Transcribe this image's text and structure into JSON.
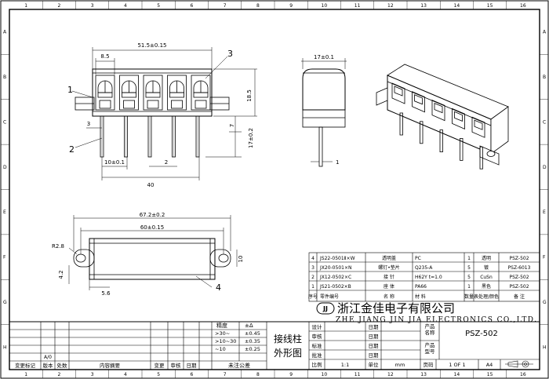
{
  "grid": {
    "cols": [
      "1",
      "2",
      "3",
      "4",
      "5",
      "6",
      "7",
      "8",
      "9",
      "10",
      "11",
      "12",
      "13",
      "14",
      "15",
      "16"
    ],
    "rows": [
      "A",
      "B",
      "C",
      "D",
      "E",
      "F",
      "G",
      "H"
    ]
  },
  "front_view": {
    "dim_total_width": "51.5±0.15",
    "dim_pitch_top": "8.5",
    "dim_height": "18.5",
    "dim_7": "7",
    "dim_pin": "17±0.2",
    "dim_3": "3",
    "dim_10": "10±0.1",
    "dim_2": "2",
    "dim_40": "40",
    "callout_1": "1",
    "callout_2": "2",
    "callout_3": "3"
  },
  "side_view": {
    "dim_width": "17±0.1",
    "dim_1": "1"
  },
  "top_view": {
    "dim_overall": "67.2±0.2",
    "dim_hole": "60±0.15",
    "dim_r": "R2.8",
    "dim_10": "10",
    "dim_4_2": "4.2",
    "dim_5_6": "5.6",
    "callout_4": "4"
  },
  "bom": {
    "rows": [
      {
        "no": "4",
        "code": "JS22-0501Ⅱ×W",
        "name": "透明盖",
        "material": "PC",
        "qty": "1",
        "finish": "透明",
        "remark": "PSZ-502"
      },
      {
        "no": "3",
        "code": "JX20-0501×N",
        "name": "螺钉•垫片",
        "material": "Q235-A",
        "qty": "5",
        "finish": "镀",
        "remark": "PSZ-6013"
      },
      {
        "no": "2",
        "code": "JX12-0502×C",
        "name": "接  针",
        "material": "H62Y t=1.0",
        "qty": "5",
        "finish": "CuSn",
        "remark": "PSZ-502"
      },
      {
        "no": "1",
        "code": "JS21-0502×B",
        "name": "座  体",
        "material": "PA66",
        "qty": "1",
        "finish": "黑色",
        "remark": "PSZ-502"
      }
    ],
    "header": {
      "no": "序号",
      "code": "零件编号",
      "name": "名  称",
      "material": "材  料",
      "qty": "数量",
      "finish": "表处理/颜色",
      "remark": "备  注"
    }
  },
  "company": {
    "cn": "浙江金佳电子有限公司",
    "en": "ZHE JIANG JIN JIA ELECTRONICS CO.,LTD.",
    "logo": "JJ"
  },
  "title_block": {
    "product_title": "接线柱",
    "view_title": "外形图",
    "design": "设计",
    "check": "审核",
    "standard": "标准",
    "approve": "批准",
    "date": "日期",
    "product_name": "产品\n名称",
    "product_code": "产品\n型号",
    "model": "PSZ-502",
    "scale_label": "比例",
    "scale": "1:1",
    "unit_label": "单位",
    "unit": "mm",
    "sheet_label": "页码",
    "sheet": "1 OF 1",
    "size": "A4",
    "precision_label": "精度",
    "tol_label": "±Δ",
    "tol_rows": [
      {
        "range": ">30~",
        "tol": "±0.45"
      },
      {
        "range": ">10~30",
        "tol": "±0.35"
      },
      {
        "range": "~10",
        "tol": "±0.25"
      }
    ],
    "unmarked": "未注公差",
    "rev_a": "A/0",
    "rev_labels": [
      "变更标记",
      "版本",
      "处数",
      "内容摘要",
      "变更",
      "审核",
      "日期"
    ]
  }
}
